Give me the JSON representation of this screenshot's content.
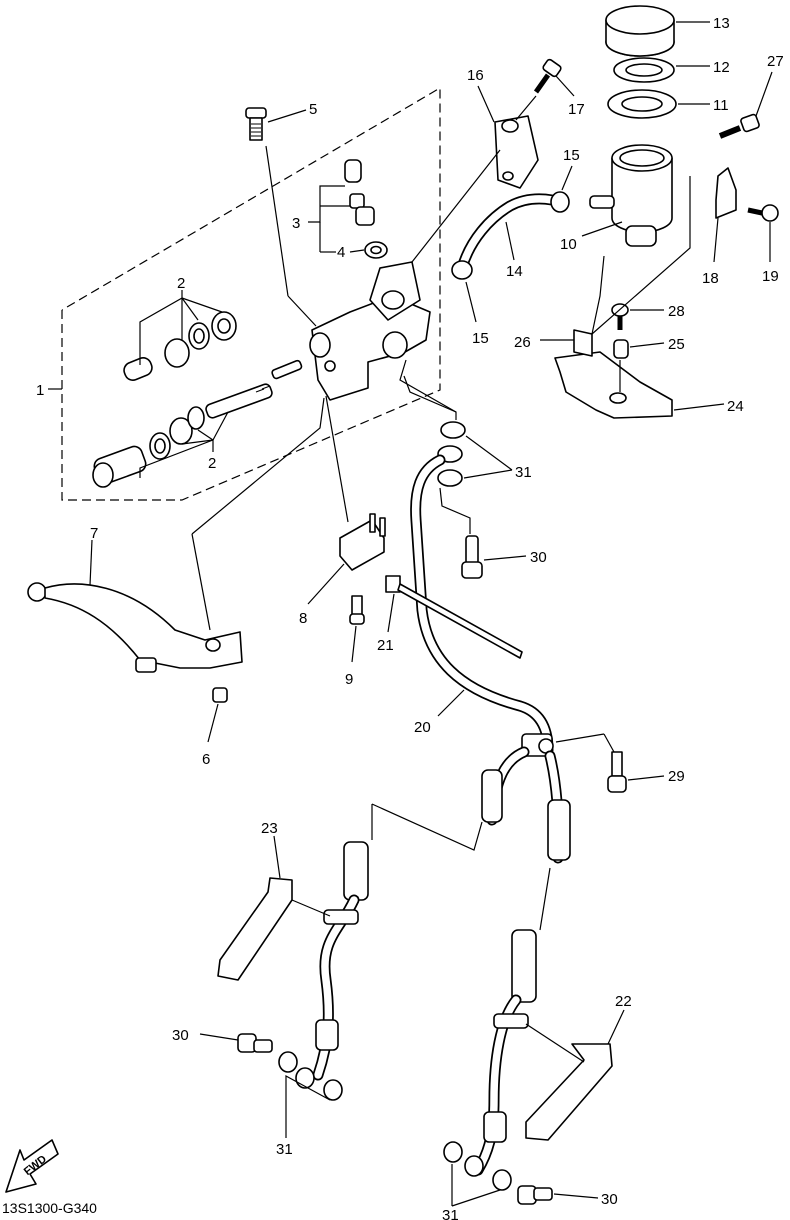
{
  "diagram": {
    "code": "13S1300-G340",
    "fwd_label": "FWD"
  },
  "callouts": [
    {
      "id": "c1",
      "text": "1"
    },
    {
      "id": "c2a",
      "text": "2"
    },
    {
      "id": "c2b",
      "text": "2"
    },
    {
      "id": "c3",
      "text": "3"
    },
    {
      "id": "c4",
      "text": "4"
    },
    {
      "id": "c5",
      "text": "5"
    },
    {
      "id": "c6",
      "text": "6"
    },
    {
      "id": "c7",
      "text": "7"
    },
    {
      "id": "c8",
      "text": "8"
    },
    {
      "id": "c9",
      "text": "9"
    },
    {
      "id": "c10",
      "text": "10"
    },
    {
      "id": "c11",
      "text": "11"
    },
    {
      "id": "c12",
      "text": "12"
    },
    {
      "id": "c13",
      "text": "13"
    },
    {
      "id": "c14",
      "text": "14"
    },
    {
      "id": "c15a",
      "text": "15"
    },
    {
      "id": "c15b",
      "text": "15"
    },
    {
      "id": "c16",
      "text": "16"
    },
    {
      "id": "c17",
      "text": "17"
    },
    {
      "id": "c18",
      "text": "18"
    },
    {
      "id": "c19",
      "text": "19"
    },
    {
      "id": "c20",
      "text": "20"
    },
    {
      "id": "c21",
      "text": "21"
    },
    {
      "id": "c22",
      "text": "22"
    },
    {
      "id": "c23",
      "text": "23"
    },
    {
      "id": "c24",
      "text": "24"
    },
    {
      "id": "c25",
      "text": "25"
    },
    {
      "id": "c26",
      "text": "26"
    },
    {
      "id": "c27",
      "text": "27"
    },
    {
      "id": "c28",
      "text": "28"
    },
    {
      "id": "c29",
      "text": "29"
    },
    {
      "id": "c30a",
      "text": "30"
    },
    {
      "id": "c30b",
      "text": "30"
    },
    {
      "id": "c30c",
      "text": "30"
    },
    {
      "id": "c31a",
      "text": "31"
    },
    {
      "id": "c31b",
      "text": "31"
    },
    {
      "id": "c31c",
      "text": "31"
    }
  ]
}
